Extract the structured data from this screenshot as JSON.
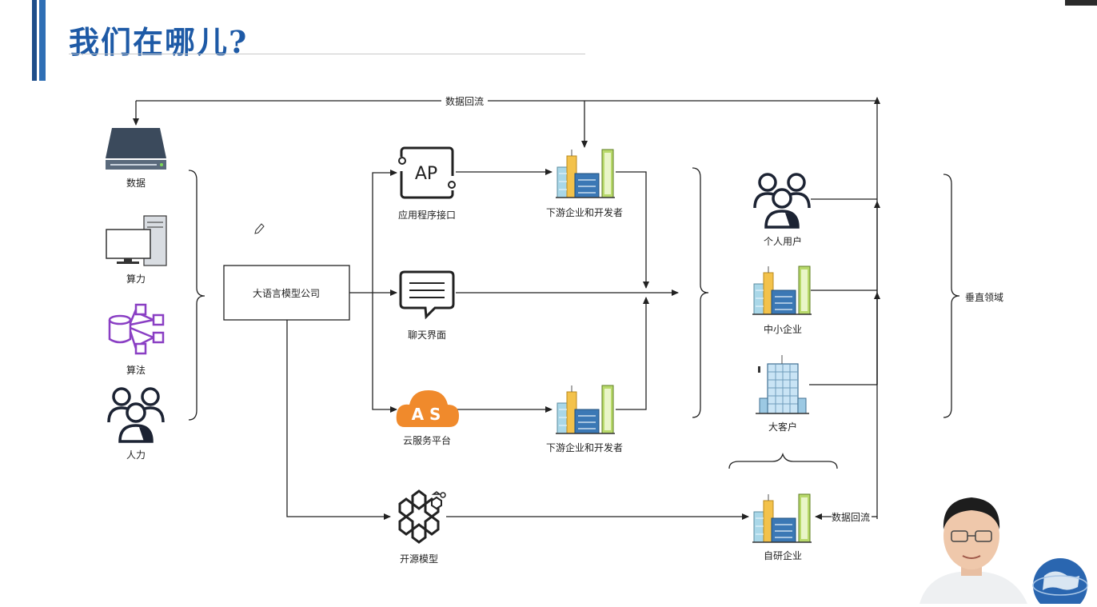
{
  "slide": {
    "title": "我们在哪儿?"
  },
  "diagram": {
    "resources": {
      "data": "数据",
      "compute": "算力",
      "algorithm": "算法",
      "manpower": "人力"
    },
    "company": "大语言模型公司",
    "channels": {
      "api": "应用程序接口",
      "chat": "聊天界面",
      "cloud": "云服务平台",
      "open_source": "开源模型"
    },
    "icon_text": {
      "api": "AP",
      "cloud": "A S"
    },
    "downstream_top": "下游企业和开发者",
    "downstream_bottom": "下游企业和开发者",
    "customers": {
      "individual": "个人用户",
      "sme": "中小企业",
      "large": "大客户",
      "self_dev": "自研企业"
    },
    "vertical": "垂直领域",
    "feedback_top": "数据回流",
    "feedback_bottom": "数据回流"
  },
  "colors": {
    "accent": "#1e5aa6",
    "cloud": "#f08a2c",
    "algorithm": "#8a3fc4"
  }
}
